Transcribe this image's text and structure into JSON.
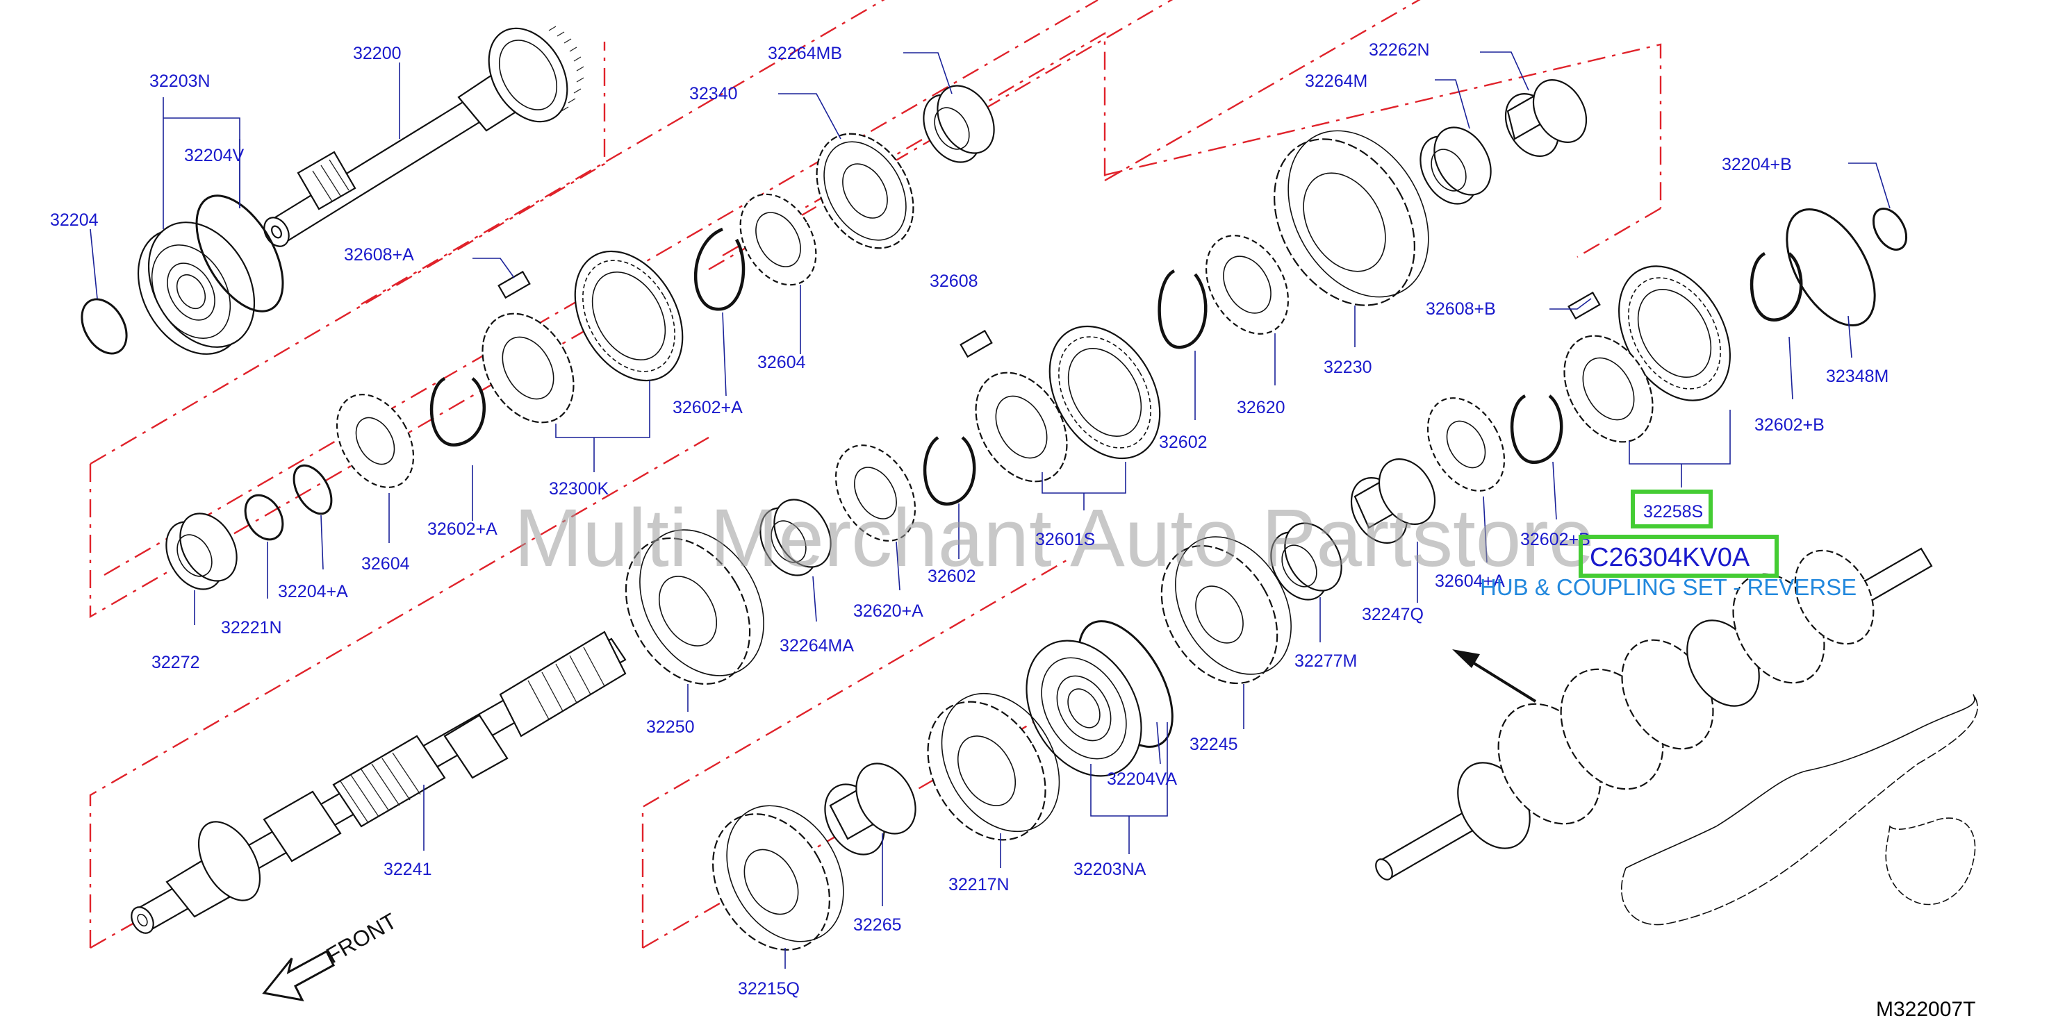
{
  "diagram": {
    "id": "M322007T",
    "front_label": "FRONT",
    "watermark": "Multi Merchant Auto Partstore"
  },
  "highlight": {
    "part_number": "C26304KV0A",
    "description": "HUB & COUPLING SET - REVERSE",
    "box_color": "#44cc33"
  },
  "colors": {
    "label": "#1a1acc",
    "leader": "#1a2299",
    "guide": "#e0222a",
    "link": "#2288dd"
  },
  "parts": {
    "p32200": "32200",
    "p32203N": "32203N",
    "p32204V": "32204V",
    "p32204": "32204",
    "p32264MB": "32264MB",
    "p32340": "32340",
    "p32608A": "32608+A",
    "p32604a": "32604",
    "p32602Aa": "32602+A",
    "p32608": "32608",
    "p32262N": "32262N",
    "p32264M": "32264M",
    "p32204B": "32204+B",
    "p32608B": "32608+B",
    "p32230": "32230",
    "p32620": "32620",
    "p32602a": "32602",
    "p32348M": "32348M",
    "p32602B": "32602+B",
    "p32258S": "32258S",
    "p32300K": "32300K",
    "p32602Ab": "32602+A",
    "p32604b": "32604",
    "p32204A": "32204+A",
    "p32221N": "32221N",
    "p32272": "32272",
    "p32601S": "32601S",
    "p32602b": "32602",
    "p32620A": "32620+A",
    "p32264MA": "32264MA",
    "p32602B2": "32602+B",
    "p32604A": "32604+A",
    "p32247Q": "32247Q",
    "p32277M": "32277M",
    "p32245": "32245",
    "p32204VA": "32204VA",
    "p32203NA": "32203NA",
    "p32217N": "32217N",
    "p32265": "32265",
    "p32215Q": "32215Q",
    "p32250": "32250",
    "p32241": "32241"
  }
}
